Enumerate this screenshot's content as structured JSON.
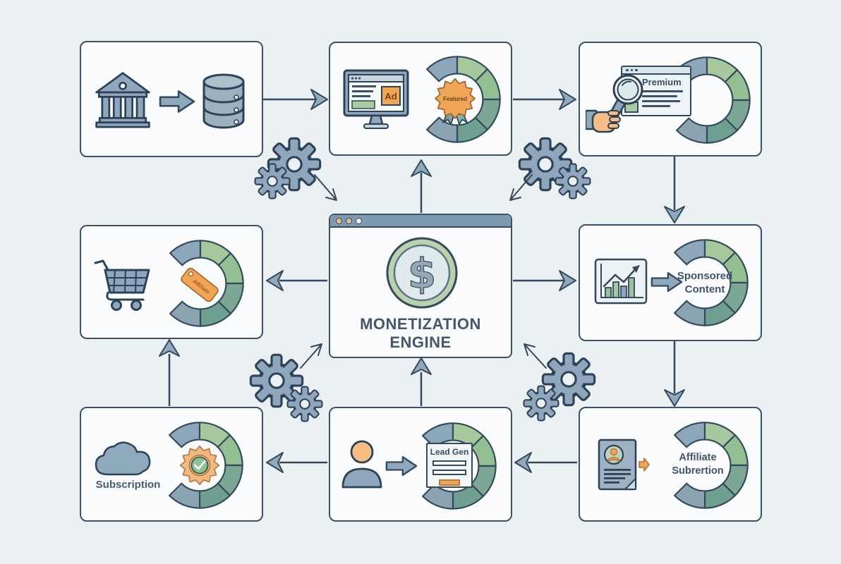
{
  "diagram": {
    "title": {
      "line1": "MONETIZATION",
      "line2": "ENGINE"
    },
    "center_symbol": "$",
    "nodes": {
      "data_source": {
        "icons": [
          "bank-icon",
          "block-arrow-right-icon",
          "database-icon"
        ]
      },
      "ad_placement": {
        "ad_badge": "Ad",
        "ribbon_badge": "Featured",
        "icons": [
          "monitor-ad-icon",
          "featured-rosette-icon",
          "revenue-donut"
        ]
      },
      "premium_search": {
        "card_title": "Premium",
        "icons": [
          "magnifier-hand-icon",
          "browser-card-icon",
          "revenue-donut"
        ]
      },
      "affiliate_cart": {
        "tag_label": "Affiliate",
        "icons": [
          "shopping-cart-icon",
          "price-tag-icon",
          "revenue-donut"
        ]
      },
      "sponsored_content": {
        "label_line1": "Sponsored",
        "label_line2": "Content",
        "icons": [
          "growth-chart-icon",
          "block-arrow-right-icon",
          "revenue-donut"
        ]
      },
      "subscription": {
        "label": "Subscription",
        "icons": [
          "cloud-icon",
          "verified-badge-icon",
          "revenue-donut"
        ]
      },
      "lead_gen": {
        "form_title": "Lead Gen",
        "icons": [
          "user-icon",
          "block-arrow-right-icon",
          "lead-form-icon",
          "revenue-donut"
        ]
      },
      "affiliate_submission": {
        "label_line1": "Affiliate",
        "label_line2": "Subrertion",
        "icons": [
          "profile-document-icon",
          "small-arrow-right-icon",
          "revenue-donut"
        ]
      }
    },
    "colors": {
      "background": "#ebf0f2",
      "box_fill": "#f9fbfc",
      "outline": "#35495c",
      "blue_gray": "#8fa7bc",
      "donut_blue": "#8ca6ba",
      "donut_green_light": "#a5c99c",
      "donut_green": "#93bf93",
      "donut_teal": "#7da795",
      "donut_teal_dark": "#6f9f90",
      "orange": "#f0a456",
      "skin": "#f6bd84",
      "text": "#47566b"
    }
  }
}
